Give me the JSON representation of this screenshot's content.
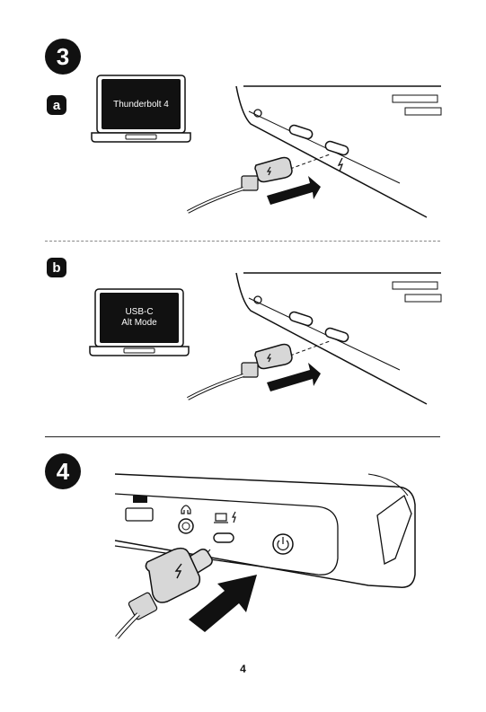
{
  "steps": {
    "step3": "3",
    "step4": "4"
  },
  "options": {
    "a": {
      "badge": "a",
      "screen_text": "Thunderbolt 4"
    },
    "b": {
      "badge": "b",
      "screen_line1": "USB-C",
      "screen_line2": "Alt Mode"
    }
  },
  "page_number": "4",
  "icons": [
    "thunderbolt-icon",
    "headphone-icon",
    "laptop-icon",
    "power-icon",
    "usb-a-icon"
  ]
}
